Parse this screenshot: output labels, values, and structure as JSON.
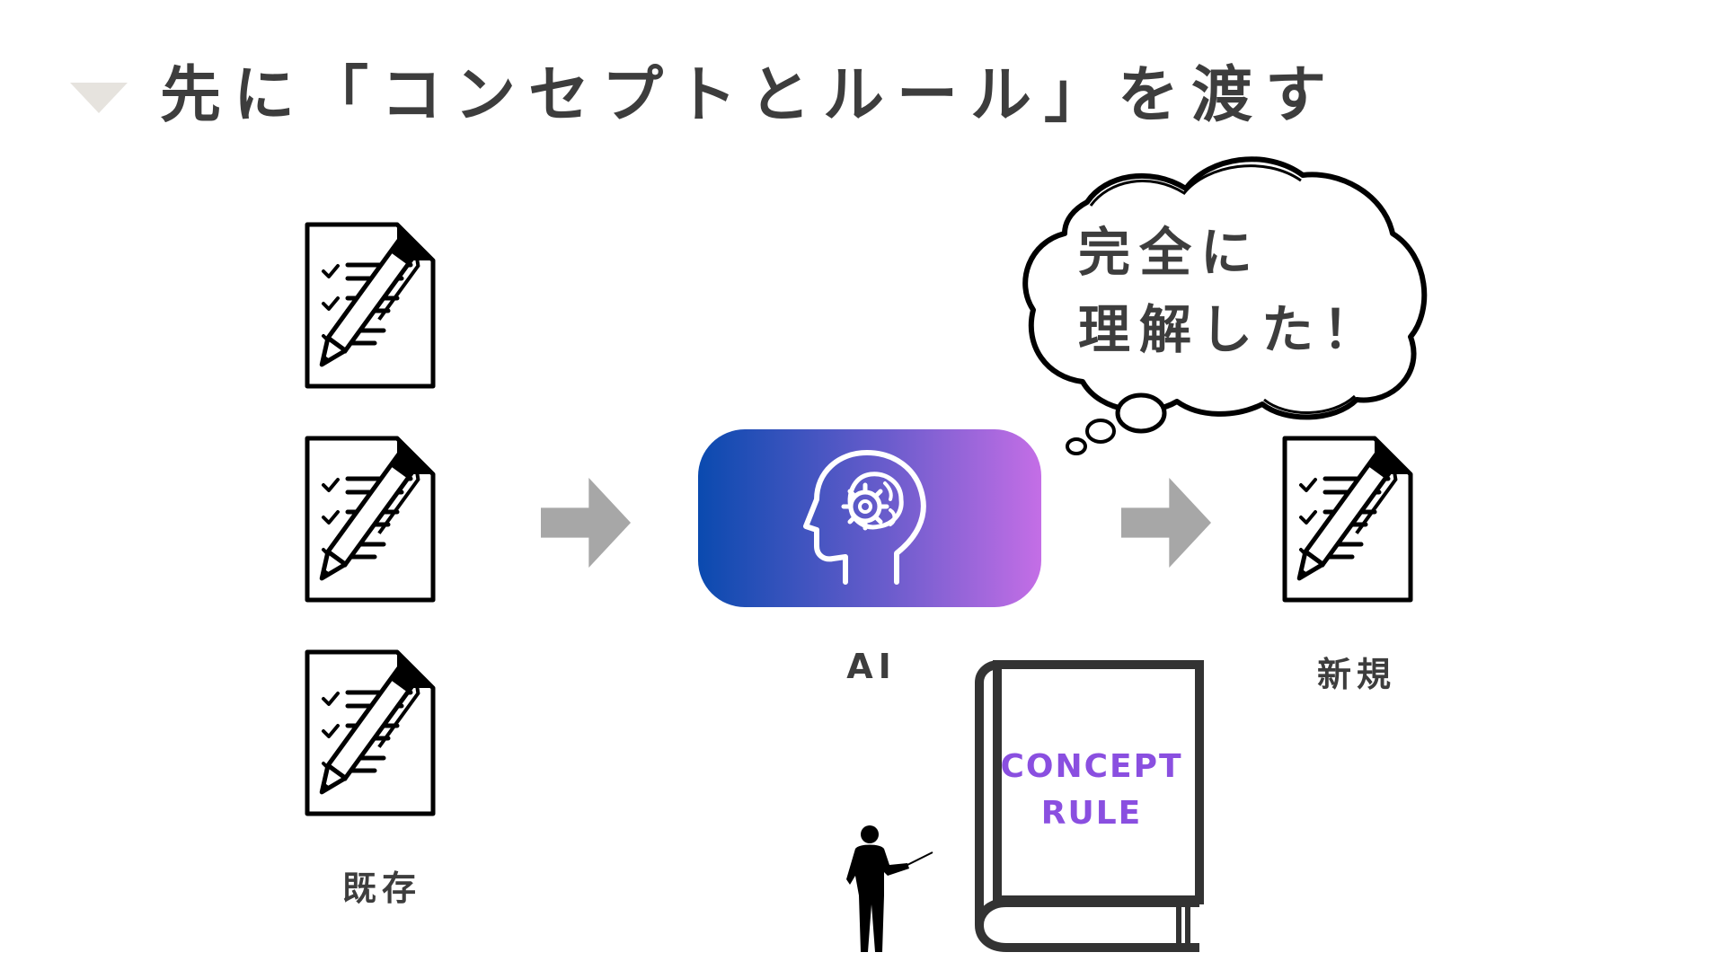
{
  "title": "先に「コンセプトとルール」を渡す",
  "labels": {
    "existing": "既存",
    "ai": "AI",
    "new": "新規"
  },
  "thought_bubble": {
    "line1": "完全に",
    "line2": "理解した！"
  },
  "book": {
    "line1": "CONCEPT",
    "line2": "RULE"
  },
  "icons": {
    "document": "document-checklist-pen-icon",
    "arrow": "arrow-right-icon",
    "ai": "brain-gear-head-icon",
    "book": "book-icon",
    "presenter": "presenter-silhouette-icon",
    "cloud": "thought-cloud-icon"
  },
  "colors": {
    "text": "#3d3d3d",
    "arrow": "#a7a7a7",
    "gradient_start": "#0a4aaf",
    "gradient_end": "#c46ee6",
    "book_text": "#8a4fe0",
    "triangle": "#e6e3de"
  }
}
